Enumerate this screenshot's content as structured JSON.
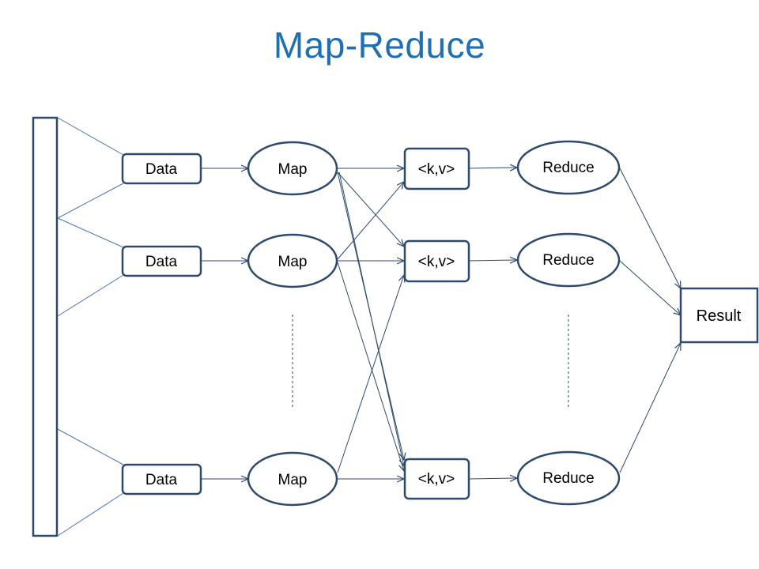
{
  "title": "Map-Reduce",
  "colors": {
    "title": "#1f6fb2",
    "stroke": "#2d4a6e",
    "background": "#ffffff"
  },
  "diagram": {
    "data_labels": [
      "Data",
      "Data",
      "Data"
    ],
    "map_labels": [
      "Map",
      "Map",
      "Map"
    ],
    "kv_labels": [
      "<k,v>",
      "<k,v>",
      "<k,v>"
    ],
    "reduce_labels": [
      "Reduce",
      "Reduce",
      "Reduce"
    ],
    "result_label": "Result",
    "ellipsis_rows": [
      "map",
      "reduce"
    ]
  }
}
